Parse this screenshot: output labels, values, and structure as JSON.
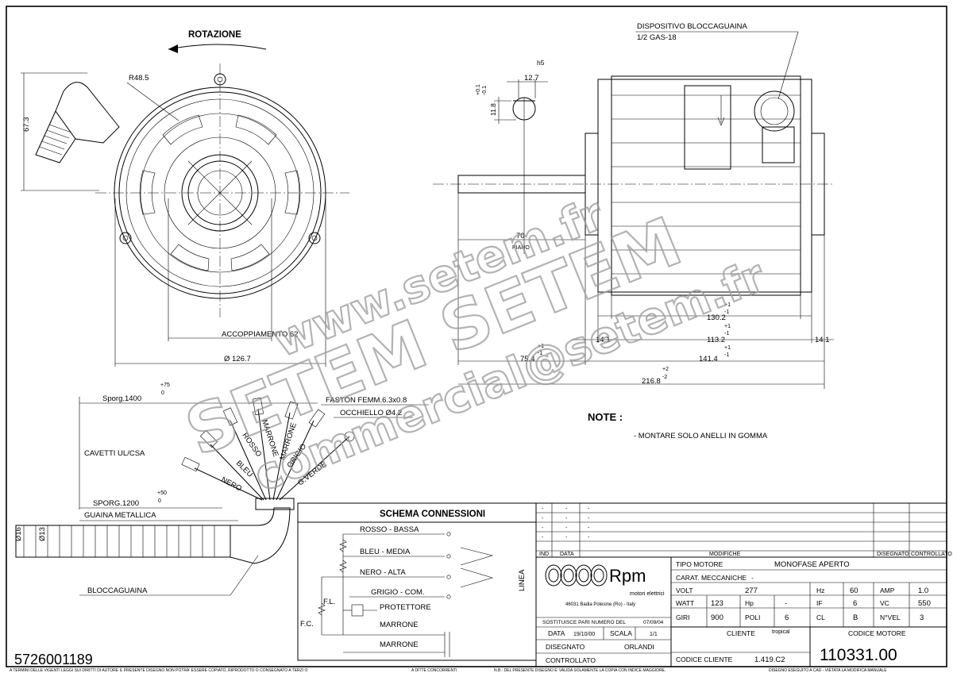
{
  "top_view": {
    "rotation_label": "ROTAZIONE",
    "radius_label": "R48.5",
    "height_label": "67.3",
    "coupling_label": "ACCOPPIAMENTO 62",
    "diameter_label": "Ø 126.7"
  },
  "side_view": {
    "device_label": "DISPOSITIVO BLOCCAGUAINA",
    "device_thread": "1/2 GAS-18",
    "tol_h5": "h5",
    "tol_upper": "+0.1",
    "tol_lower": "-0.1",
    "shaft_width": "12.7",
    "shaft_height": "11.8",
    "dim_70": "70",
    "piano": "PIANO",
    "dim_130": "130.2",
    "dim_130_tol": "+1\n-1",
    "dim_14_left": "14.1",
    "dim_113": "113.2",
    "dim_113_tol": "+1\n-1",
    "dim_14_right": "14.1",
    "dim_75": "75.4",
    "dim_75_tol": "+1\n-1",
    "dim_141": "141.4",
    "dim_141_tol": "+1\n-1",
    "dim_216": "216.8",
    "dim_216_tol": "+2\n-2"
  },
  "notes": {
    "title": "NOTE :",
    "line1": "- MONTARE SOLO ANELLI IN GOMMA"
  },
  "wiring": {
    "sporg_top": "Sporg.1400",
    "sporg_top_tol_plus": "+75",
    "sporg_top_tol_zero": "0",
    "faston": "FASTON FEMM.6.3x0.8",
    "occhiello": "OCCHIELLO Ø4.2",
    "cavetti": "CAVETTI UL/CSA",
    "wires": [
      "NERO",
      "BLEU",
      "ROSSO",
      "MARRONE",
      "MARRONE",
      "GRIGIO",
      "G.VERDE"
    ],
    "sporg_bottom": "SPORG.1200",
    "sporg_bottom_tol_plus": "+50",
    "sporg_bottom_tol_zero": "0",
    "guaina": "GUAINA METALLICA",
    "dia_outer": "Ø16",
    "dia_inner": "Ø13",
    "bloccaguaina": "BLOCCAGUAINA"
  },
  "schema": {
    "title": "SCHEMA CONNESSIONI",
    "rows": [
      "ROSSO - BASSA",
      "BLEU - MEDIA",
      "NERO - ALTA",
      "GRIGIO - COM.",
      "PROTETTORE",
      "MARRONE",
      "MARRONE"
    ],
    "fl": "F.L.",
    "fc": "F.C.",
    "linea": "LINEA"
  },
  "title_block": {
    "rev_rows": [
      [
        "-",
        "-",
        "-"
      ],
      [
        "-",
        "-",
        "-"
      ],
      [
        "-",
        "-",
        "-"
      ],
      [
        "-",
        "-",
        "-"
      ]
    ],
    "header": {
      "ind": "IND",
      "data": "DATA",
      "modifiche": "MODIFICHE",
      "disegnato": "DISEGNATO",
      "controllato": "CONTROLLATO"
    },
    "company": "Rpm",
    "company_sub": "motori elettrici",
    "company_address": "46031 Badia Polesine (Ro) - Italy",
    "tipo_motore_label": "TIPO MOTORE",
    "tipo_motore": "MONOFASE APERTO",
    "carat_label": "CARAT. MECCANICHE",
    "carat_value": "-",
    "sostituisce_label": "SOSTITUISCE PARI NUMERO DEL",
    "sostituisce_value": "07/09/04",
    "volt_label": "VOLT",
    "volt": "277",
    "hz_label": "Hz",
    "hz": "60",
    "amp_label": "AMP",
    "amp": "1.0",
    "watt_label": "WATT",
    "watt": "123",
    "hp_label": "Hp",
    "hp": "-",
    "if_label": "IF",
    "if": "6",
    "vc_label": "VC",
    "vc": "550",
    "giri_label": "GIRI",
    "giri": "900",
    "poli_label": "POLI",
    "poli": "6",
    "cl_label": "CL",
    "cl": "B",
    "nvel_label": "N°VEL",
    "nvel": "3",
    "data_label": "DATA",
    "data": "19/10/00",
    "scala_label": "SCALA",
    "scala": "1/1",
    "disegnato_label": "DISEGNATO",
    "disegnato": "ORLANDI",
    "controllato_label": "CONTROLLATO",
    "cliente_label": "CLIENTE",
    "cliente": "tropical",
    "codice_cliente_label": "CODICE CLIENTE",
    "codice_cliente": "1.419.C2",
    "codice_motore_label": "CODICE MOTORE",
    "codice_motore": "110331.00"
  },
  "drawing_number": "5726001189",
  "footer": {
    "left": "A TERMINI DELLE VIGENTI LEGGI SUI DIRITTI DI AUTORE IL PRESENTE DISEGNO NON POTRA' ESSERE COPIATO, RIPRODOTTO O CONSEGNATO A TERZI O",
    "mid": "A DITTE CONCORRENTI",
    "nb": "N.B.: DEL PRESENTE DISEGNO E' VALIDA SOLAMENTE LA COPIA CON INDICE MAGGIORE.",
    "right": "DISEGNO ESEGUITO A CAD - VIETATA LA MODIFICA MANUALE"
  },
  "watermark": {
    "line1": "www.setem.fr",
    "line2": "SETEM SETEM",
    "line3": "commercial@setem.fr"
  }
}
